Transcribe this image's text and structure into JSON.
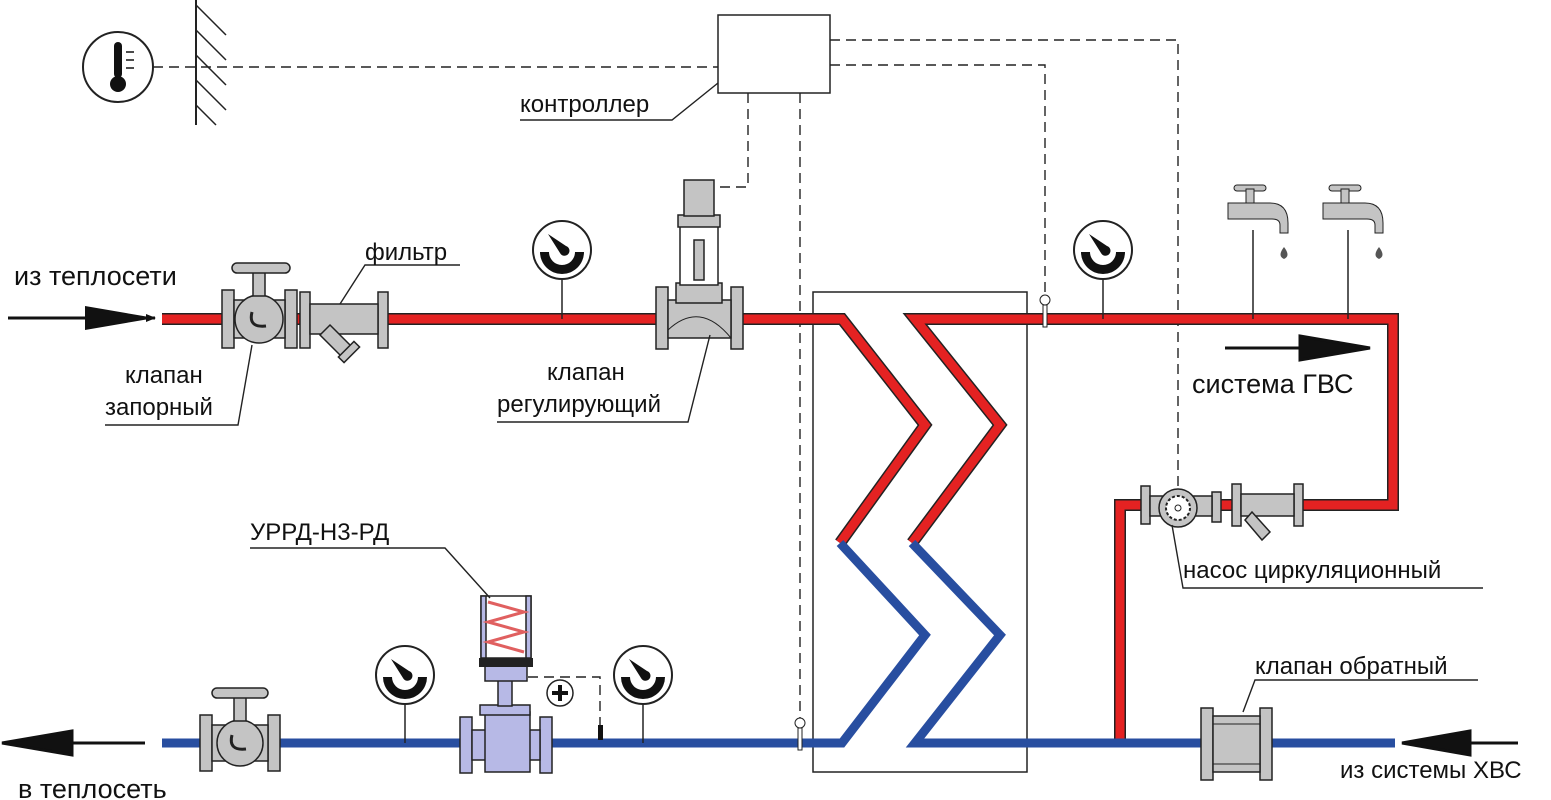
{
  "labels": {
    "from_network": "из теплосети",
    "to_network": "в теплосеть",
    "filter": "фильтр",
    "shutoff_valve_1": "клапан",
    "shutoff_valve_2": "запорный",
    "control_valve_1": "клапан",
    "control_valve_2": "регулирующий",
    "controller": "контроллер",
    "dhw_system": "система ГВС",
    "circulation_pump": "насос циркуляционный",
    "pressure_regulator": "УРРД-Н3-РД",
    "check_valve": "клапан обратный",
    "from_cold_water": "из системы ХВС"
  },
  "colors": {
    "supply_hot": "#e42222",
    "return_cold": "#284ea0",
    "fitting_grey": "#c4c4c4",
    "regulator_body": "#b7b9e6"
  }
}
